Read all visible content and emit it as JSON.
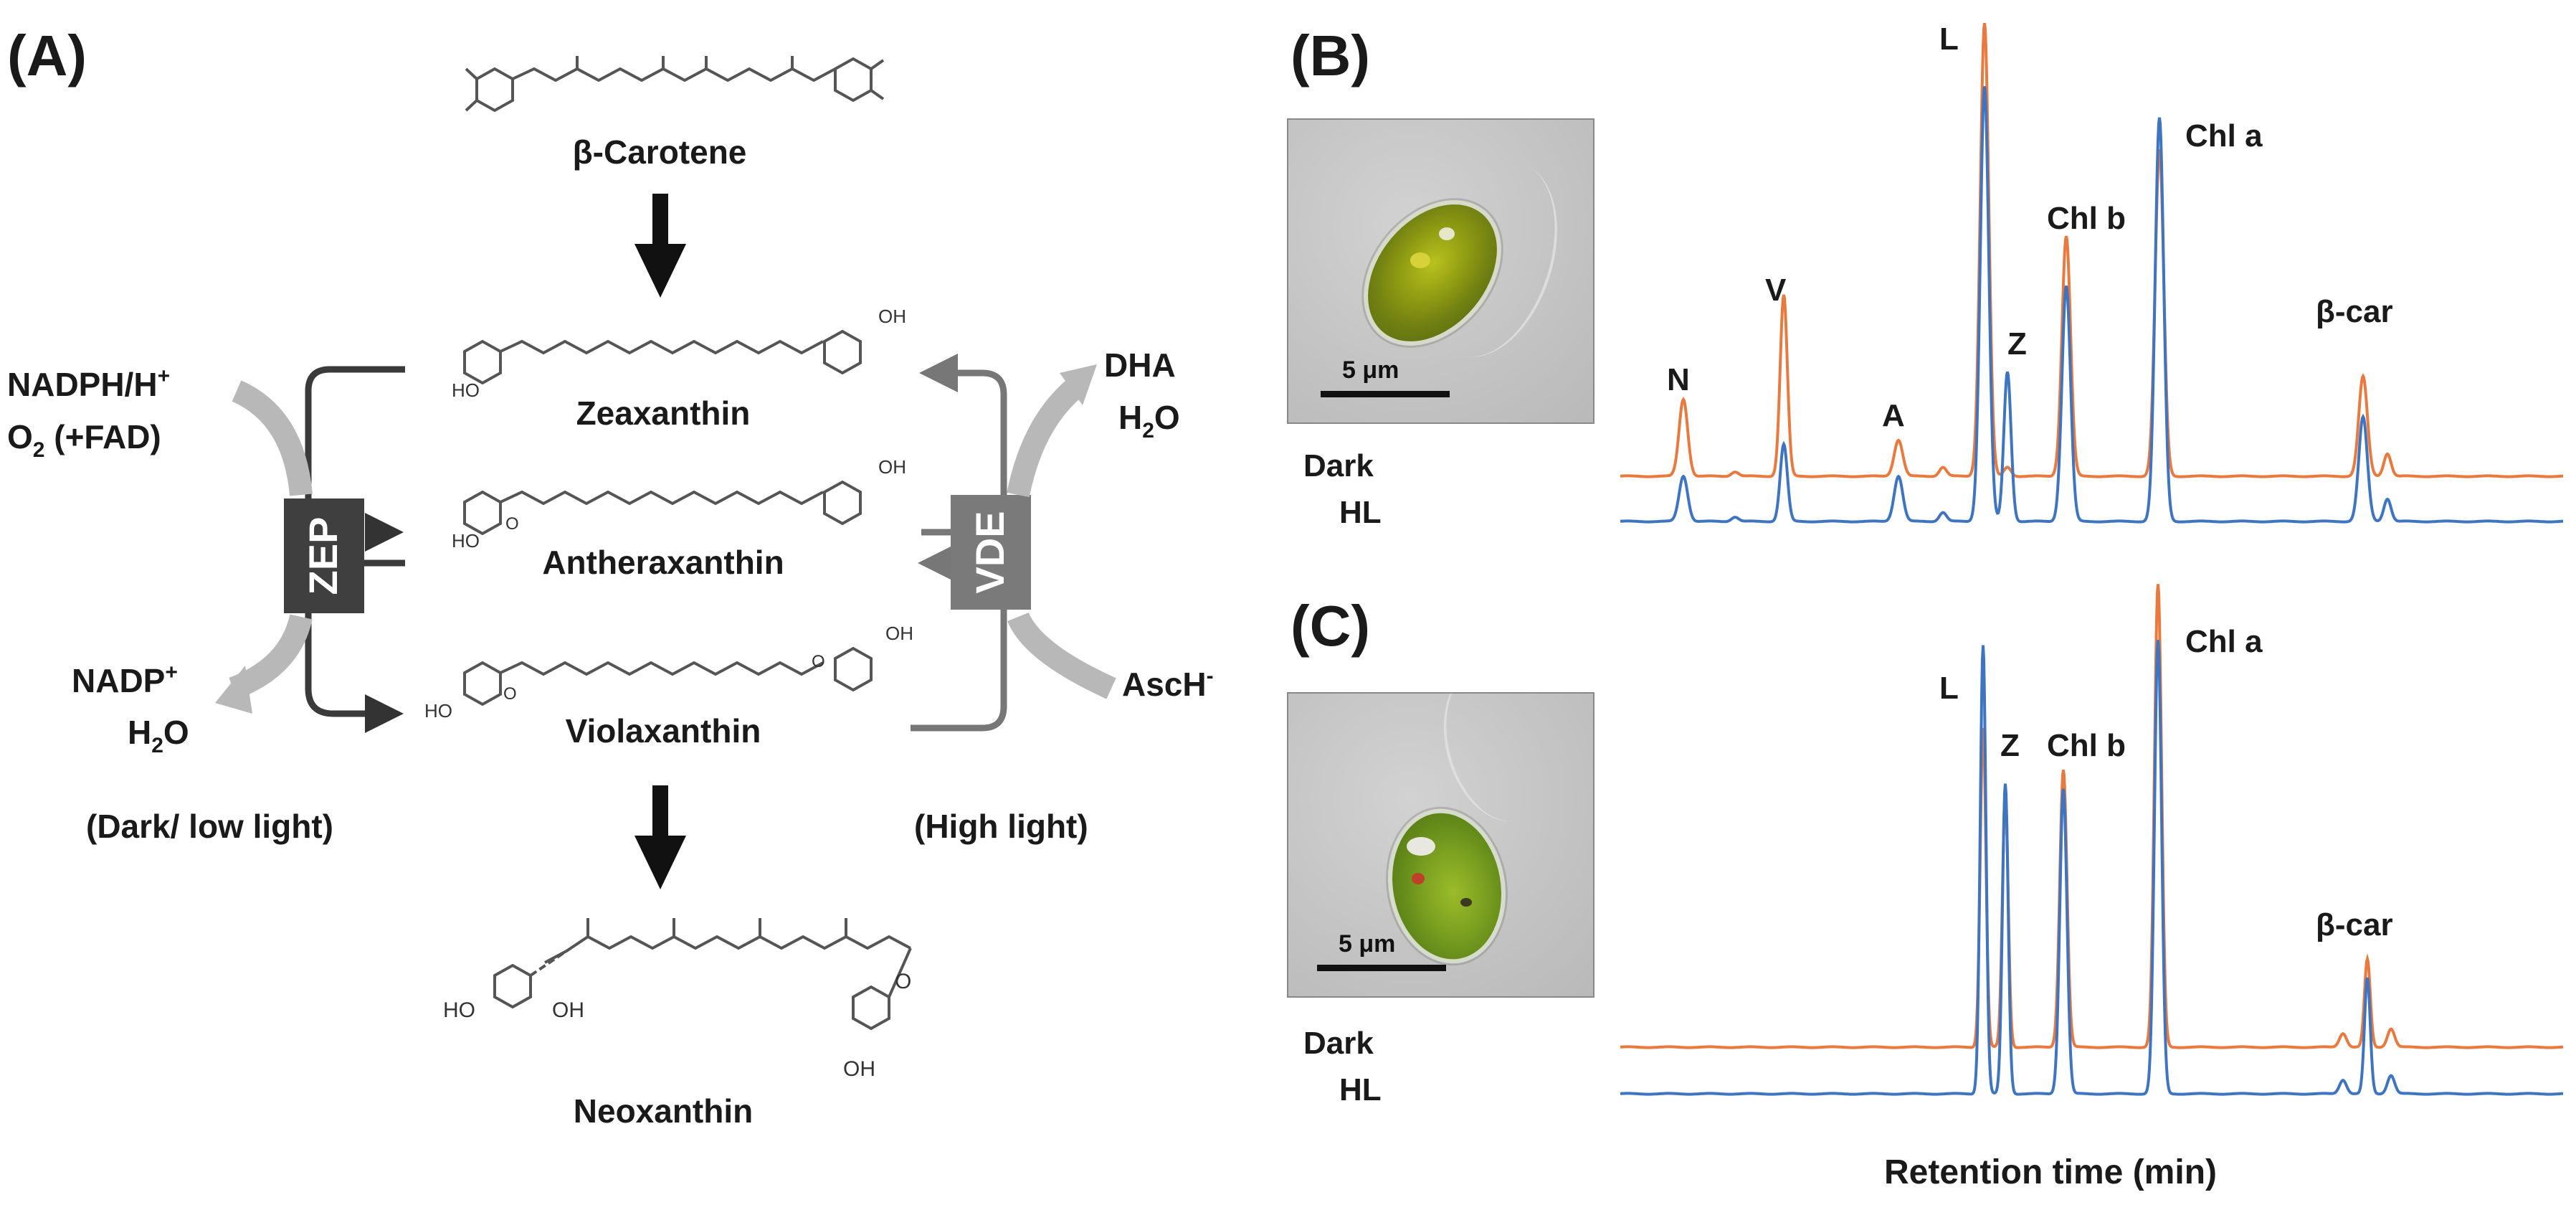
{
  "panels": {
    "a": "(A)",
    "b": "(B)",
    "c": "(C)"
  },
  "pathway": {
    "start": "β-Carotene",
    "pigments": [
      "Zeaxanthin",
      "Antheraxanthin",
      "Violaxanthin"
    ],
    "end": "Neoxanthin",
    "zep": {
      "label": "ZEP",
      "input_line1": "NADPH/H",
      "input_line1_sup": "+",
      "input_line2": "O",
      "input_line2_sub": "2",
      "input_line2_rest": " (+FAD)",
      "output_line1": "NADP",
      "output_line1_sup": "+",
      "output_line2": "H",
      "output_line2_sub": "2",
      "output_line2_rest": "O",
      "condition": "(Dark/ low light)"
    },
    "vde": {
      "label": "VDE",
      "output_line1": "DHA",
      "output_line2": "H",
      "output_line2_sub": "2",
      "output_line2_rest": "O",
      "input": "AscH",
      "input_sup": "-",
      "condition": "(High light)"
    },
    "chem_labels": {
      "oh": "OH",
      "ho": "HO",
      "o": "O"
    }
  },
  "micrographs": {
    "scale_label": "5 μm"
  },
  "chart_data": [
    {
      "type": "line",
      "panel": "(B)",
      "xlabel": "Retention time (min)",
      "series": [
        {
          "name": "Dark",
          "color": "#e8793f"
        },
        {
          "name": "HL",
          "color": "#3f74c0"
        }
      ],
      "peaks": [
        {
          "label": "N",
          "Dark": 0.17,
          "HL": 0.1
        },
        {
          "label": "V",
          "Dark": 0.4,
          "HL": 0.17
        },
        {
          "label": "A",
          "Dark": 0.08,
          "HL": 0.1
        },
        {
          "label": "L",
          "Dark": 1.0,
          "HL": 0.96
        },
        {
          "label": "Z",
          "Dark": 0.02,
          "HL": 0.33
        },
        {
          "label": "Chl b",
          "Dark": 0.53,
          "HL": 0.52
        },
        {
          "label": "Chl a",
          "Dark": 0.72,
          "HL": 0.89
        },
        {
          "label": "β-car",
          "Dark": 0.22,
          "HL": 0.23
        }
      ],
      "peak_labels": [
        "N",
        "V",
        "A",
        "L",
        "Z",
        "Chl b",
        "Chl a",
        "β-car"
      ]
    },
    {
      "type": "line",
      "panel": "(C)",
      "xlabel": "Retention time (min)",
      "series": [
        {
          "name": "Dark",
          "color": "#e8793f"
        },
        {
          "name": "HL",
          "color": "#3f74c0"
        }
      ],
      "peaks": [
        {
          "label": "L",
          "Dark": 0.69,
          "HL": 0.97
        },
        {
          "label": "Z",
          "Dark": 0.55,
          "HL": 0.67
        },
        {
          "label": "Chl b",
          "Dark": 0.6,
          "HL": 0.66
        },
        {
          "label": "Chl a",
          "Dark": 1.0,
          "HL": 0.98
        },
        {
          "label": "β-car",
          "Dark": 0.19,
          "HL": 0.25
        }
      ],
      "peak_labels": [
        "L",
        "Z",
        "Chl b",
        "Chl a",
        "β-car"
      ]
    }
  ],
  "colors": {
    "dark_trace": "#e8793f",
    "hl_trace": "#3f74c0",
    "enzyme_box": "#3f3f3f",
    "vde_box": "#7a7a7a",
    "arrow_light": "#b8b8b8"
  }
}
